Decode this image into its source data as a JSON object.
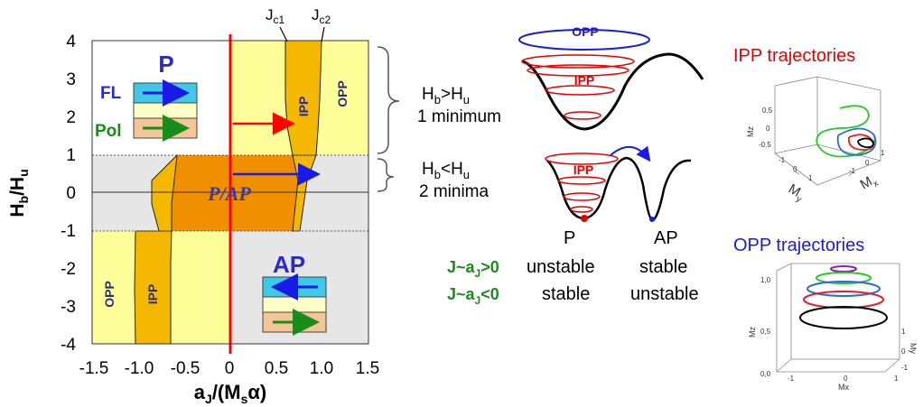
{
  "phase_diagram": {
    "y_axis_label": "H",
    "y_axis_label_sub": "b",
    "y_axis_label_slash": "/H",
    "y_axis_label_sub2": "u",
    "x_axis_label_a": "a",
    "x_axis_label_sub": "J",
    "x_axis_label_rest": "/(M",
    "x_axis_label_sub2": "s",
    "x_axis_label_end": "α)",
    "y_ticks": [
      "4",
      "3",
      "2",
      "1",
      "0",
      "-1",
      "-2",
      "-3",
      "-4"
    ],
    "x_ticks": [
      "-1.5",
      "-1.0",
      "-0.5",
      "0",
      "0.5",
      "1.0",
      "1.5"
    ],
    "jc1_main": "J",
    "jc1_sub": "c1",
    "jc2_main": "J",
    "jc2_sub": "c2",
    "region_center": "P/AP",
    "label_ipp_upper": "IPP",
    "label_opp_upper": "OPP",
    "label_ipp_lower": "IPP",
    "label_opp_lower": "OPP",
    "state_p": "P",
    "state_ap": "AP",
    "fl_label": "FL",
    "pol_label": "Pol",
    "colors": {
      "light_yellow": "#ffff99",
      "gold": "#f5b800",
      "orange": "#f09000",
      "gray": "#e6e6e6",
      "red": "#ff0000",
      "blue": "#1a1ae6",
      "green": "#1a8c1a",
      "cyan": "#40c8e8",
      "peach": "#f3c597"
    }
  },
  "middle": {
    "case1_line1_main": "H",
    "case1_line1_sub": "b",
    "case1_line1_op": ">H",
    "case1_line1_sub2": "u",
    "case1_line2": "1 minimum",
    "case2_line1_main": "H",
    "case2_line1_sub": "b",
    "case2_line1_op": "<H",
    "case2_line1_sub2": "u",
    "case2_line2": "2 minima",
    "well_opp_label": "OPP",
    "well_ipp_label": "IPP",
    "well2_ipp_label": "IPP",
    "p_label": "P",
    "ap_label": "AP",
    "row1_cond": "J~a",
    "row1_cond_sub": "J",
    "row1_cond_end": ">0",
    "row1_p": "unstable",
    "row1_ap": "stable",
    "row2_cond": "J~a",
    "row2_cond_sub": "J",
    "row2_cond_end": "<0",
    "row2_p": "stable",
    "row2_ap": "unstable"
  },
  "right": {
    "ipp_title": "IPP trajectories",
    "opp_title": "OPP trajectories",
    "ipp_plot": {
      "z_label": "Mz",
      "y_label": "M",
      "y_label_sub": "y",
      "x_label": "M",
      "x_label_sub": "x",
      "ticks_z": [
        "0.5",
        "0",
        "-0.5"
      ],
      "ticks_front": [
        "-1",
        "0",
        "1"
      ],
      "ticks_right": [
        "1",
        "0",
        "-1"
      ]
    },
    "opp_plot": {
      "z_label": "Mz",
      "x_label": "Mx",
      "y_label": "My",
      "ticks_z": [
        "1,0",
        "0,5",
        "0,0"
      ],
      "ticks_x": [
        "-1",
        "0",
        "1"
      ],
      "ticks_y": [
        "1",
        "0",
        "-1"
      ]
    }
  }
}
